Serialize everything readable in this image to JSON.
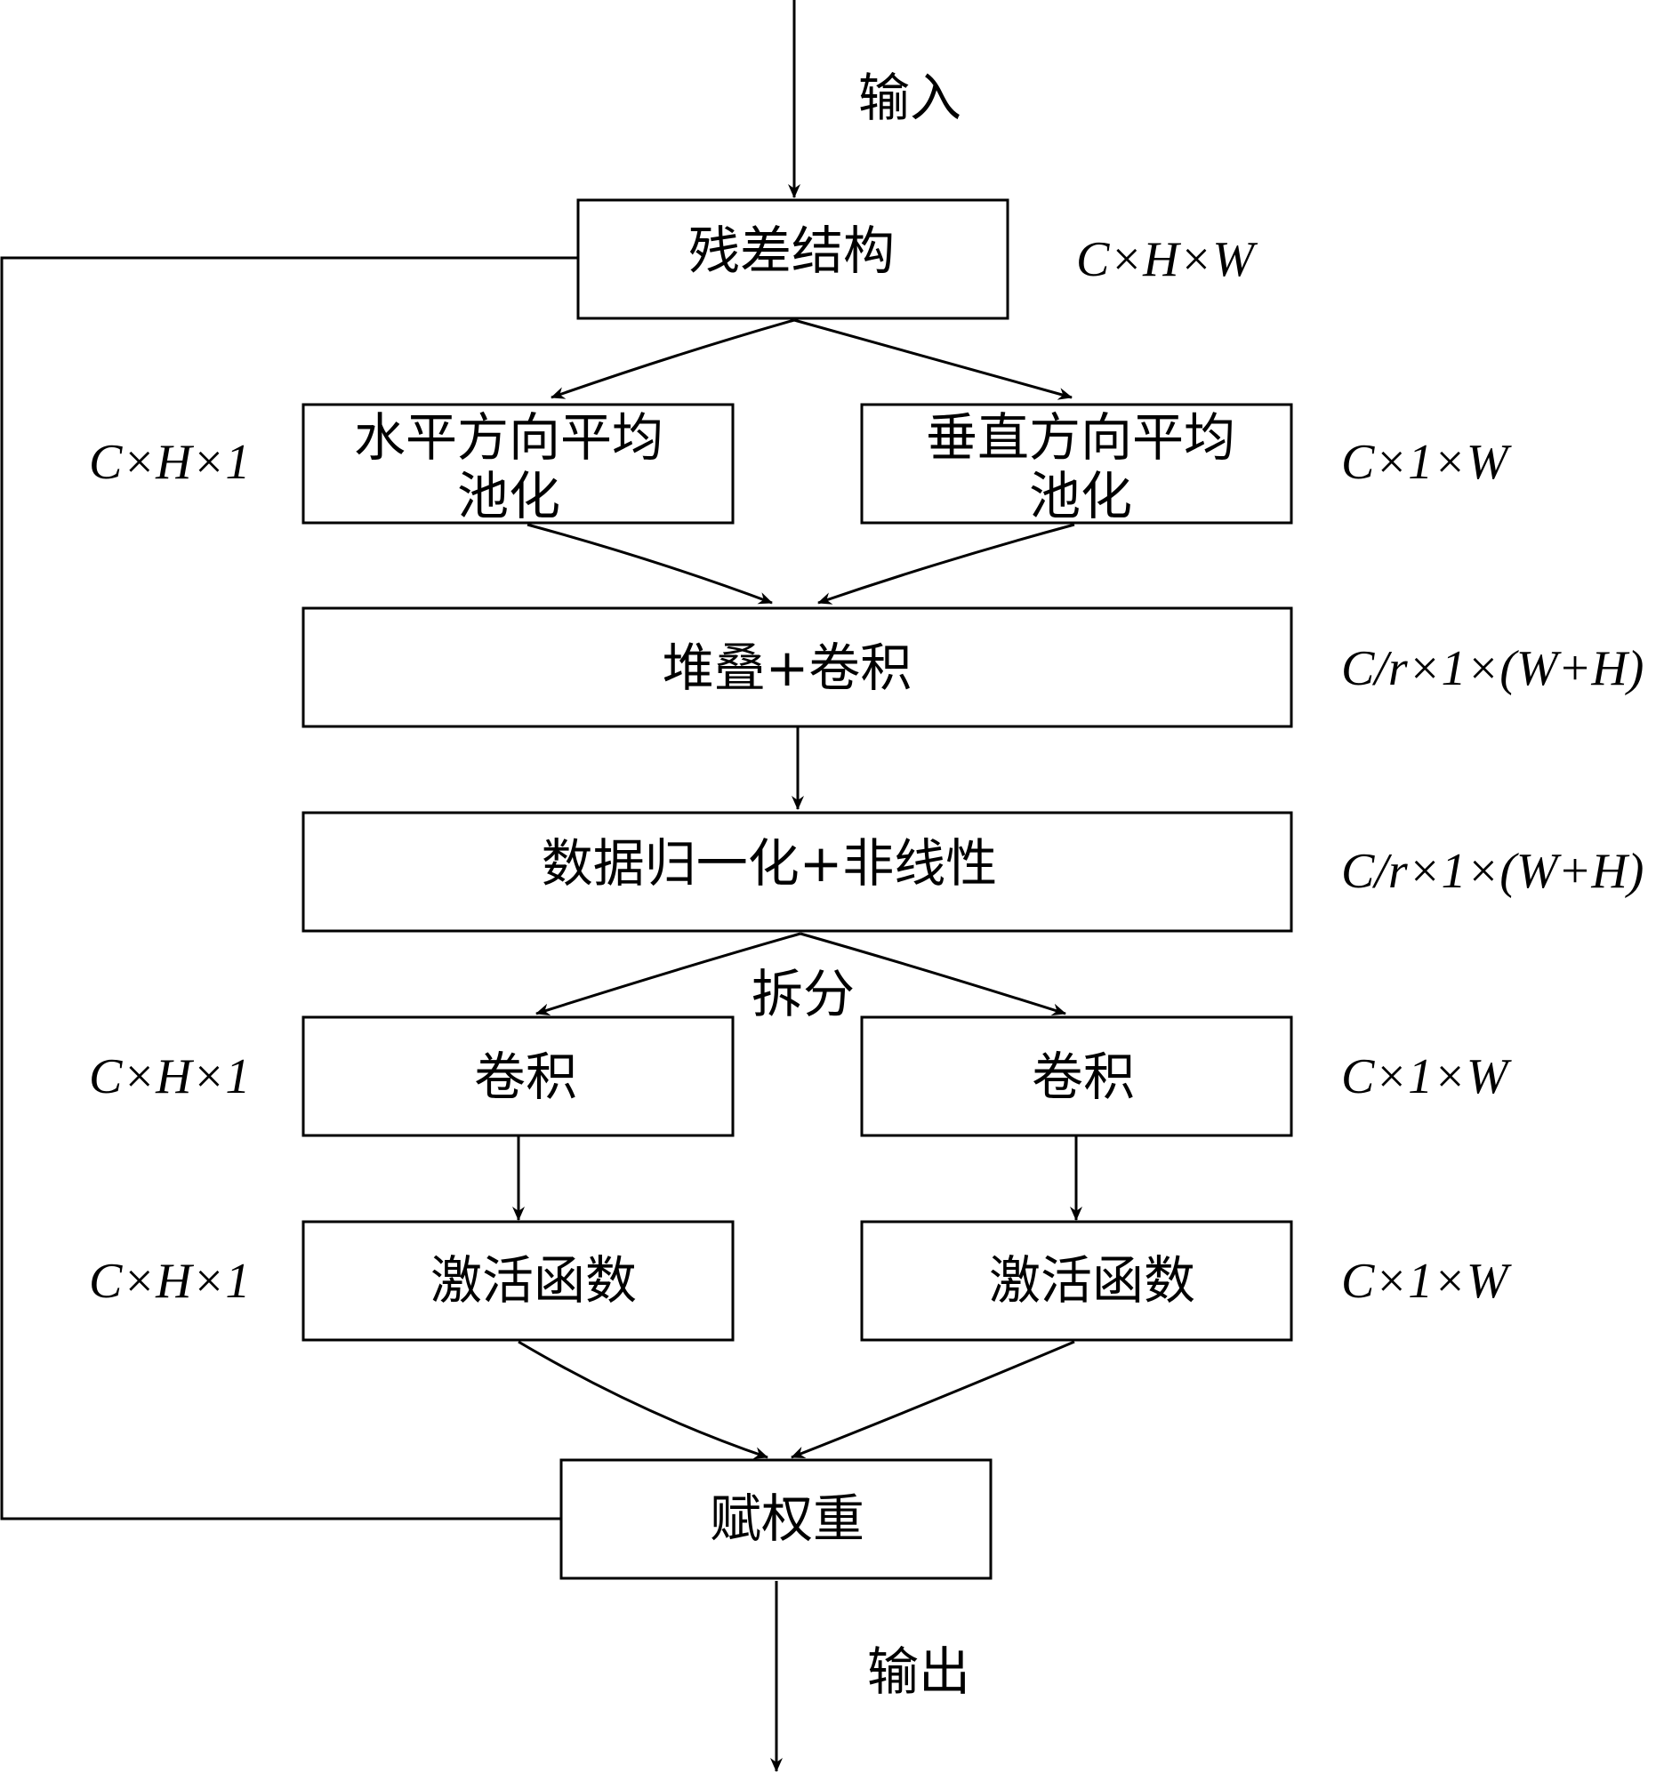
{
  "labels": {
    "input": "输入",
    "output": "输出",
    "split": "拆分"
  },
  "nodes": {
    "residual": "残差结构",
    "h_pool_line1": "水平方向平均",
    "h_pool_line2": "池化",
    "v_pool_line1": "垂直方向平均",
    "v_pool_line2": "池化",
    "stack_conv": "堆叠+卷积",
    "norm": "数据归一化+非线性",
    "conv_left": "卷积",
    "conv_right": "卷积",
    "act_left": "激活函数",
    "act_right": "激活函数",
    "weight": "赋权重"
  },
  "dims": {
    "residual": "C×H×W",
    "h_pool": "C×H×1",
    "v_pool": "C×1×W",
    "stack_conv": "C/r×1×(W+H)",
    "norm": "C/r×1×(W+H)",
    "conv_left": "C×H×1",
    "conv_right": "C×1×W",
    "act_left": "C×H×1",
    "act_right": "C×1×W"
  }
}
